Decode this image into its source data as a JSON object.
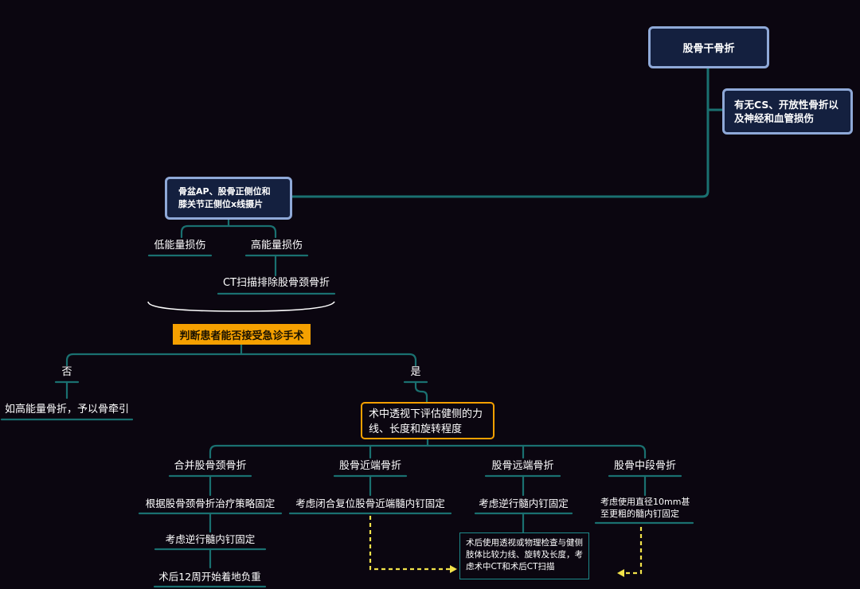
{
  "nodes": {
    "root": "股骨干骨折",
    "assess": "有无CS、开放性骨折以及神经和血管损伤",
    "xray": "骨盆AP、股骨正侧位和膝关节正侧位x线摄片",
    "low_energy": "低能量损伤",
    "high_energy": "高能量损伤",
    "ct_scan": "CT扫描排除股骨颈骨折",
    "decide": "判断患者能否接受急诊手术",
    "no": "否",
    "yes": "是",
    "traction": "如高能量骨折，予以骨牵引",
    "intraop": "术中透视下评估健侧的力线、长度和旋转程度",
    "neck_combo": "合并股骨颈骨折",
    "proximal": "股骨近端骨折",
    "distal": "股骨远端骨折",
    "middle": "股骨中段骨折",
    "neck_strategy": "根据股骨颈骨折治疗策略固定",
    "retro_nail_1": "考虑逆行髓内钉固定",
    "weight_bearing": "术后12周开始着地负重",
    "proximal_nail": "考虑闭合复位股骨近端髓内钉固定",
    "retro_nail_2": "考虑逆行髓内钉固定",
    "middle_nail": "考虑使用直径10mm甚至更粗的髓内钉固定",
    "postop_check": "术后使用透视或物理检查与健侧肢体比较力线、旋转及长度，考虑术中CT和术后CT扫描"
  },
  "colors": {
    "background": "#0b0610",
    "teal_line": "#1a7070",
    "blue_box_border": "#8fa9d8",
    "blue_box_fill": "#14203f",
    "orange": "#f5a000",
    "dashed_arrow": "#f2e24a"
  }
}
